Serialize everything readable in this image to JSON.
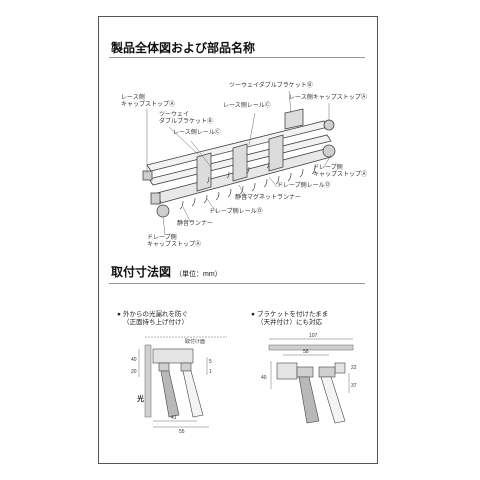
{
  "section1": {
    "title": "製品全体図および部品名称"
  },
  "parts": [
    {
      "id": "a1",
      "line1": "レース側",
      "line2": "キャップストップ",
      "mark": "Ⓐ"
    },
    {
      "id": "b",
      "line1": "ツーウェイ",
      "line2": "ダブルブラケット",
      "mark": "Ⓑ"
    },
    {
      "id": "c1",
      "line1": "レース側レール",
      "line2": "",
      "mark": "Ⓒ"
    },
    {
      "id": "b2",
      "line1": "ツーウェイダブルブラケット",
      "line2": "",
      "mark": "Ⓑ"
    },
    {
      "id": "c2",
      "line1": "レース側レール",
      "line2": "",
      "mark": "Ⓒ"
    },
    {
      "id": "a2",
      "line1": "レース側キャップストップ",
      "line2": "",
      "mark": "Ⓐ"
    },
    {
      "id": "a3",
      "line1": "ドレープ側",
      "line2": "キャップストップ",
      "mark": "Ⓐ"
    },
    {
      "id": "d1",
      "line1": "ドレープ側レール",
      "line2": "",
      "mark": "Ⓓ"
    },
    {
      "id": "m",
      "line1": "静音マグネットランナー",
      "line2": "",
      "mark": ""
    },
    {
      "id": "d2",
      "line1": "ドレープ側レール",
      "line2": "",
      "mark": "Ⓓ"
    },
    {
      "id": "r",
      "line1": "静音ランナー",
      "line2": "",
      "mark": ""
    },
    {
      "id": "a4",
      "line1": "ドレープ側",
      "line2": "キャップストップ",
      "mark": "Ⓐ"
    }
  ],
  "section2": {
    "title": "取付寸法図",
    "unit": "（単位：mm）"
  },
  "left_diagram": {
    "bullet": "●",
    "line1": "外からの光漏れを防ぐ",
    "line2": "（正面持ち上げ付け）",
    "label_top": "取付け面",
    "light_label": "光",
    "dims": [
      "40",
      "20",
      "41",
      "55",
      "5",
      "1"
    ]
  },
  "right_diagram": {
    "bullet": "●",
    "line1": "ブラケットを付けたまま",
    "line2": "（天井付け）にも対応",
    "dims": [
      "107",
      "58",
      "40",
      "22",
      "37"
    ]
  }
}
